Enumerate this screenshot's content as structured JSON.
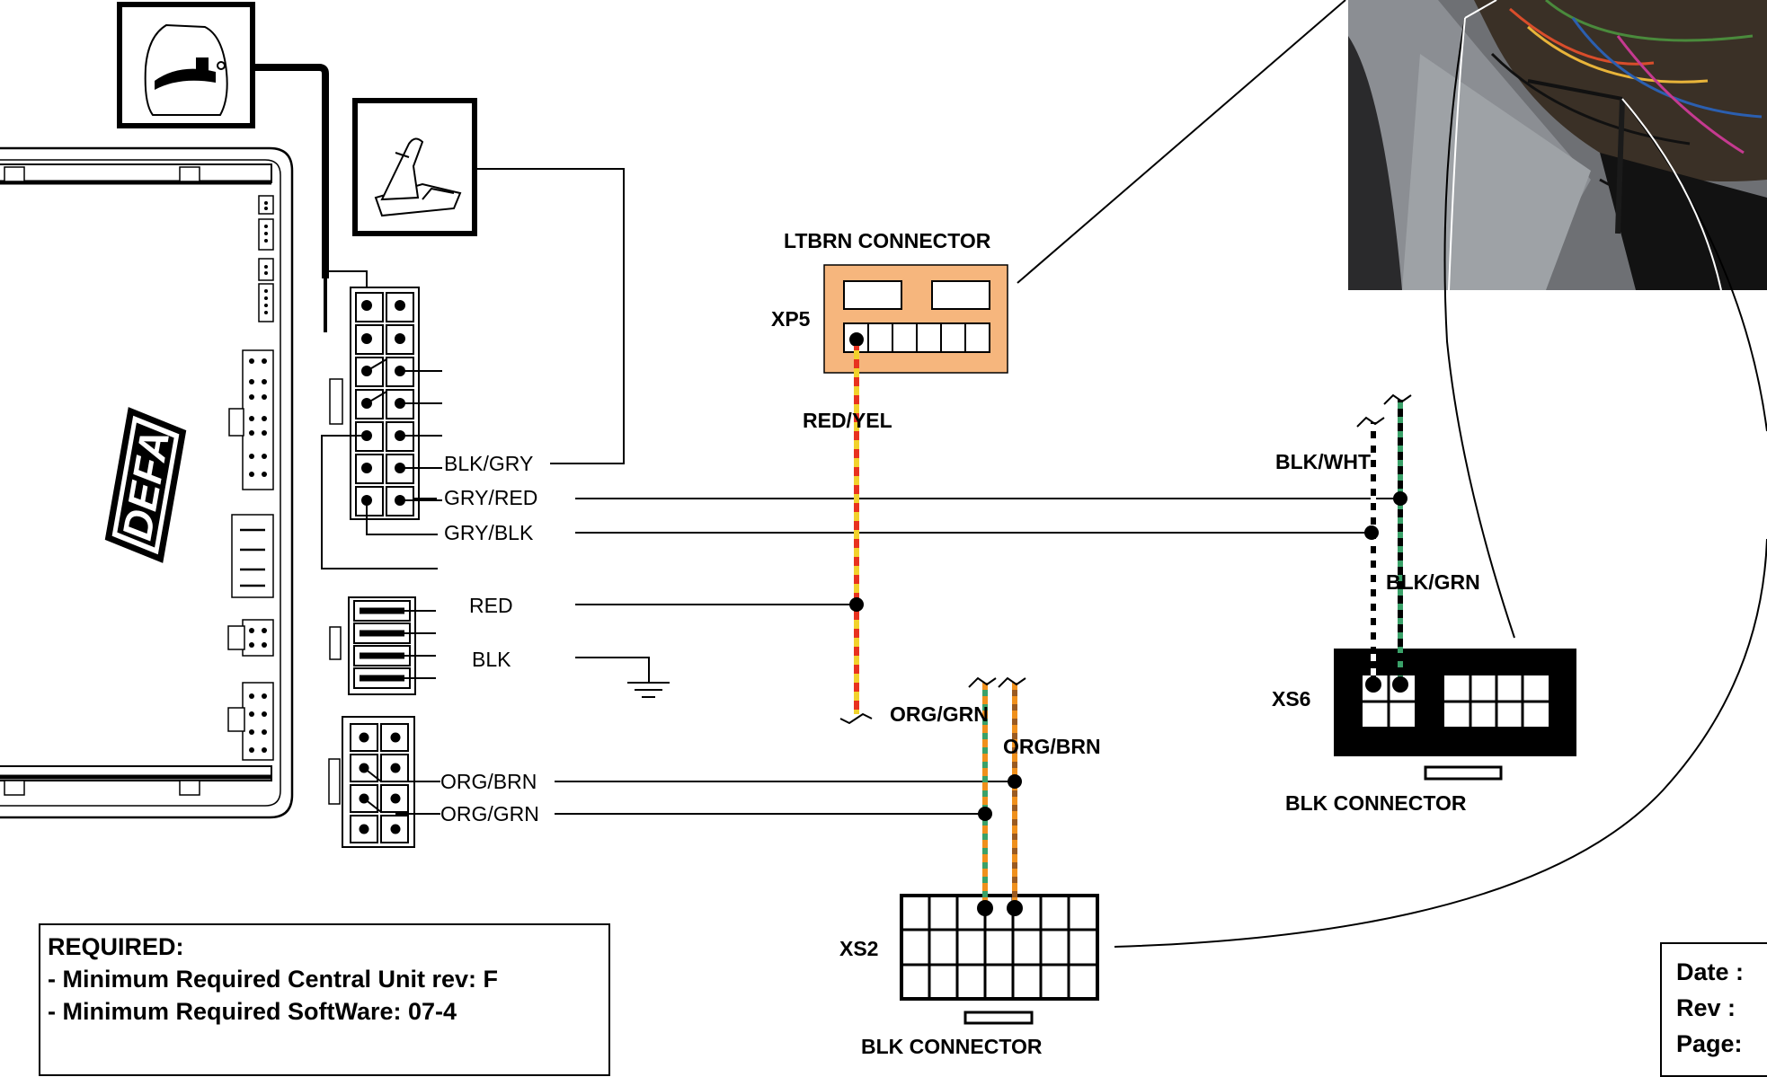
{
  "brand": "DEFA",
  "connectors": {
    "xp5": {
      "id": "XP5",
      "title": "LTBRN CONNECTOR"
    },
    "xs6": {
      "id": "XS6",
      "title": "BLK CONNECTOR"
    },
    "xs2": {
      "id": "XS2",
      "title": "BLK CONNECTOR"
    }
  },
  "wires": {
    "blk_gry": "BLK/GRY",
    "gry_red": "GRY/RED",
    "gry_blk": "GRY/BLK",
    "red": "RED",
    "blk": "BLK",
    "org_brn_left": "ORG/BRN",
    "org_grn_left": "ORG/GRN",
    "red_yel": "RED/YEL",
    "org_grn": "ORG/GRN",
    "org_brn": "ORG/BRN",
    "blk_wht": "BLK/WHT",
    "blk_grn": "BLK/GRN"
  },
  "required": {
    "title": "REQUIRED:",
    "line1": "- Minimum Required Central Unit rev: F",
    "line2": "- Minimum Required SoftWare: 07-4"
  },
  "title_block": {
    "date": "Date :",
    "rev": "Rev  :",
    "page": "Page:"
  },
  "colors": {
    "connector_xp5": "#f6b67d",
    "red": "#e8321f",
    "yellow": "#f2d22c",
    "orange": "#f0901c",
    "green": "#3aa169",
    "brown": "#9a5a21"
  }
}
